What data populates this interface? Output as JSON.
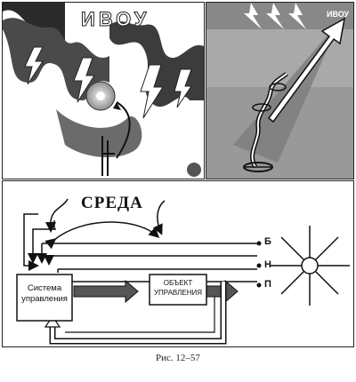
{
  "panel_left": {
    "label": "ИВОУ"
  },
  "panel_right": {
    "label": "ИВОУ"
  },
  "diagram": {
    "environment_label": "СРЕДА",
    "control_system": [
      "Система",
      "управления"
    ],
    "control_object": [
      "ОБЪЕКТ",
      "УПРАВЛЕНИЯ"
    ],
    "outputs": [
      "Б",
      "Н",
      "П"
    ]
  },
  "caption": "Рис. 12–57"
}
